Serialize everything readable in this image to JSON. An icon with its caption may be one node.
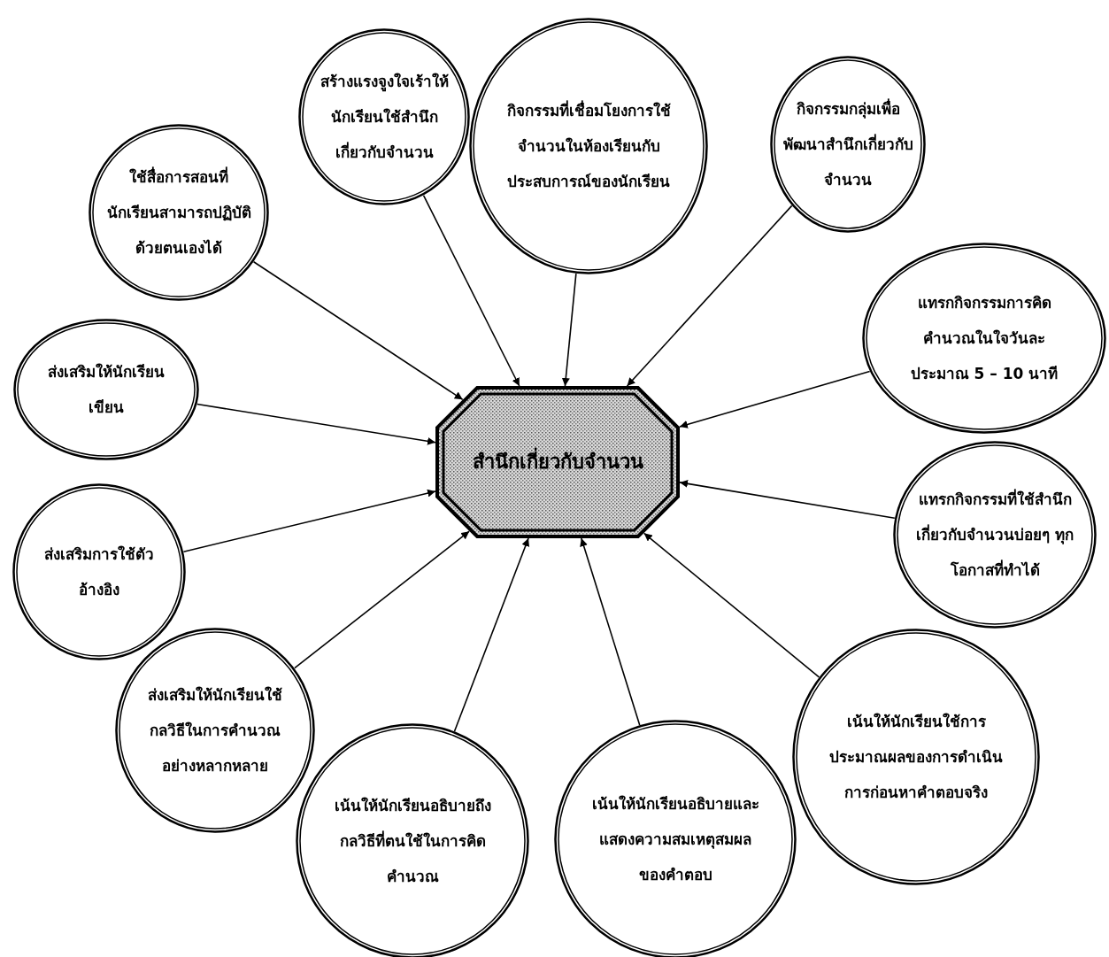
{
  "diagram": {
    "nodes": [
      {
        "text": [
          "สำนึกเกี่ยวกับจำนวน"
        ]
      },
      {
        "text": [
          "ใช้สื่อการสอนที่นักเรียนสามารถปฏิบัติด้วยตนเองได้"
        ]
      },
      {
        "text": [
          "สร้างแรงจูงใจเร้าให้นักเรียนใช้สำนึกเกี่ยวกับจำนวน"
        ]
      },
      {
        "text": [
          "กิจกรรมที่เชื่อมโยงการใช้จำนวนในห้องเรียนกับประสบการณ์ของนักเรียน"
        ]
      },
      {
        "text": [
          "กิจกรรมกลุ่มเพื่อพัฒนาสำนึกเกี่ยวกับจำนวน"
        ]
      },
      {
        "text": [
          "แทรกกิจกรรมการคิดคำนวณในใจวันละประมาณ 5 – 10 นาที"
        ]
      },
      {
        "text": [
          "แทรกกิจกรรมที่ใช้สำนึกเกี่ยวกับจำนวนบ่อยๆ ทุกโอกาสที่ทำได้"
        ]
      },
      {
        "text": [
          "เน้นให้นักเรียนใช้การประมาณผลของการดำเนินการก่อนหาคำตอบจริง"
        ]
      },
      {
        "text": [
          "เน้นให้นักเรียนอธิบายและแสดงความสมเหตุสมผลของคำตอบ"
        ]
      },
      {
        "text": [
          "เน้นให้นักเรียนอธิบายถึงกลวิธีที่ตนใช้ในการคิดคำนวณ"
        ]
      },
      {
        "text": [
          "ส่งเสริมให้นักเรียนใช้กลวิธีในการคำนวณอย่างหลากหลาย"
        ]
      },
      {
        "text": [
          "ส่งเสริมการใช้ตัวอ้างอิง"
        ]
      },
      {
        "text": [
          "ส่งเสริมให้นักเรียนเขียน"
        ]
      }
    ],
    "edges": [
      {
        "from": 1,
        "to": 0,
        "arrow": "to"
      },
      {
        "from": 2,
        "to": 0,
        "arrow": "to"
      },
      {
        "from": 3,
        "to": 0,
        "arrow": "to"
      },
      {
        "from": 4,
        "to": 0,
        "arrow": "to"
      },
      {
        "from": 5,
        "to": 0,
        "arrow": "to"
      },
      {
        "from": 6,
        "to": 0,
        "arrow": "to"
      },
      {
        "from": 7,
        "to": 0,
        "arrow": "to"
      },
      {
        "from": 8,
        "to": 0,
        "arrow": "to"
      },
      {
        "from": 9,
        "to": 0,
        "arrow": "to"
      },
      {
        "from": 10,
        "to": 0,
        "arrow": "to"
      },
      {
        "from": 11,
        "to": 0,
        "arrow": "to"
      },
      {
        "from": 12,
        "to": 0,
        "arrow": "to"
      }
    ]
  }
}
